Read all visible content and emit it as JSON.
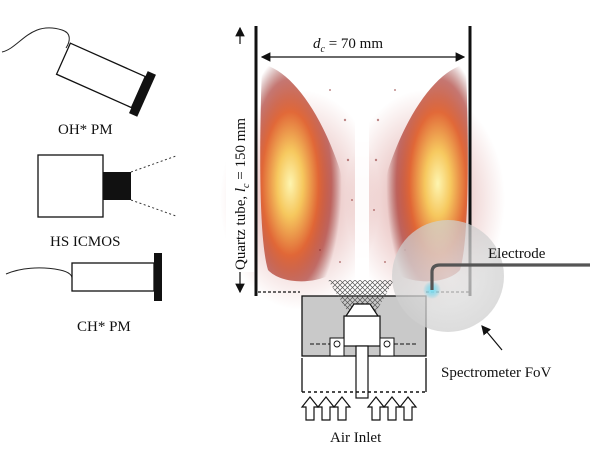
{
  "devices": {
    "oh_pm": {
      "label": "OH* PM"
    },
    "hs_icmos": {
      "label": "HS ICMOS"
    },
    "ch_pm": {
      "label": "CH* PM"
    }
  },
  "combustor": {
    "diameter_label": "d_c = 70 mm",
    "diameter_symbol": "d",
    "diameter_sub": "c",
    "diameter_value": " = 70 mm",
    "length_label": "Quartz tube, l_c = 150 mm",
    "length_prefix": "Quartz tube, ",
    "length_symbol": "l",
    "length_sub": "c",
    "length_value": " = 150 mm"
  },
  "annotations": {
    "electrode": "Electrode",
    "spectrometer_fov": "Spectrometer FoV",
    "air_inlet": "Air Inlet"
  },
  "colors": {
    "flame_hot": "#fff6a0",
    "flame_mid": "#f2a13a",
    "flame_outer": "#c23a2a",
    "flame_edge": "#7a1f1f",
    "fov_fill": "#d9d9d9",
    "electrode_glow": "#3fc6e6",
    "housing": "#c9c9c9"
  }
}
